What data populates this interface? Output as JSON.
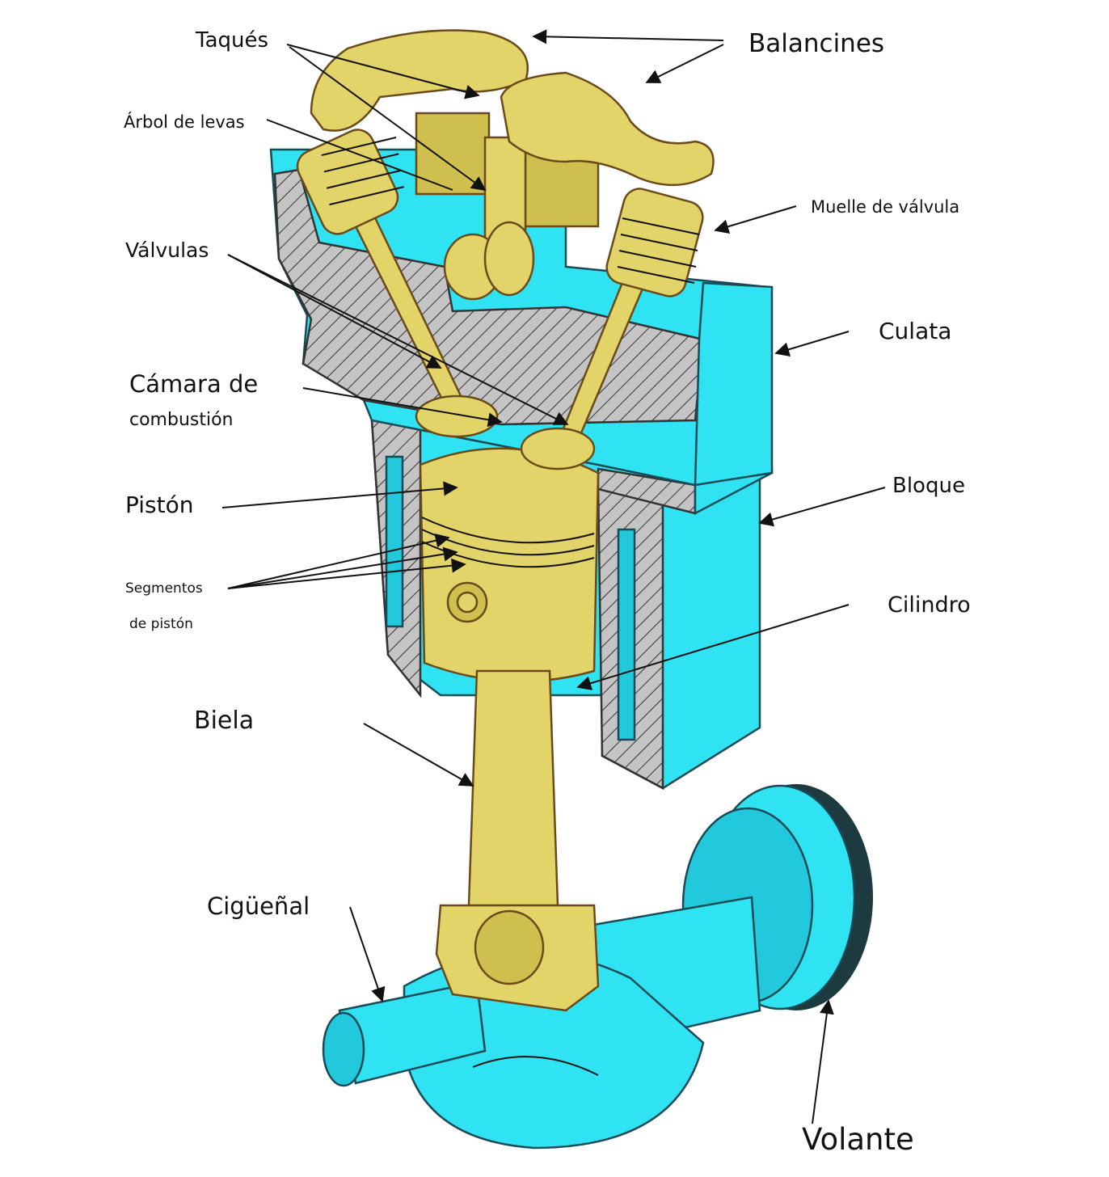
{
  "title": "Partes del motor",
  "labels": {
    "taques": "Taqués",
    "balancines": "Balancines",
    "arbol_de_levas": "Árbol de levas",
    "muelle_de_valvula": "Muelle de válvula",
    "valvulas": "Válvulas",
    "culata": "Culata",
    "camara_line1": "Cámara de",
    "camara_line2": "combustión",
    "piston": "Pistón",
    "bloque": "Bloque",
    "segmentos_line1": "Segmentos",
    "segmentos_line2": "de pistón",
    "cilindro": "Cilindro",
    "biela": "Biela",
    "ciguenal": "Cigüeñal",
    "volante": "Volante"
  },
  "colors": {
    "block": "#2fe3f2",
    "moving_parts": "#e2d468",
    "section_hatch": "#b9b9b9"
  }
}
